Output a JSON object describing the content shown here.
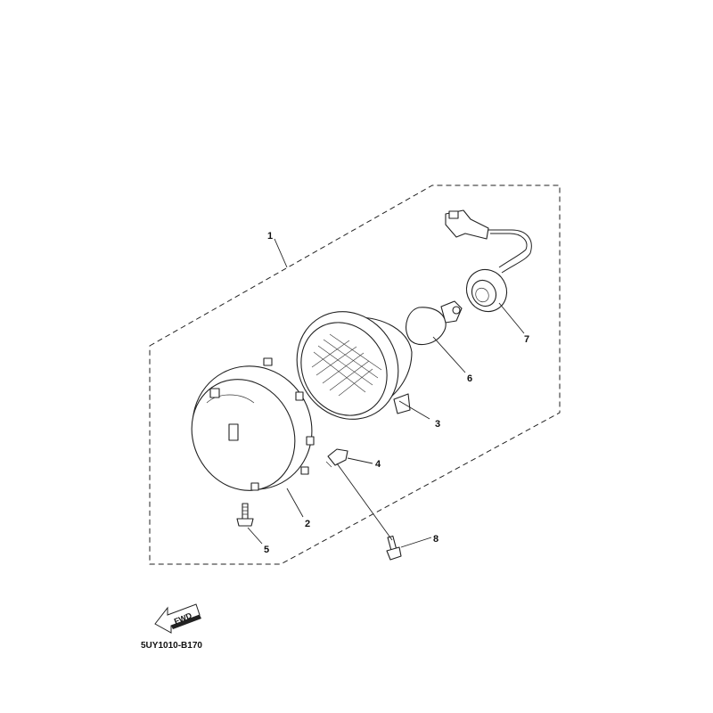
{
  "callouts": [
    "1",
    "2",
    "3",
    "4",
    "5",
    "6",
    "7",
    "8"
  ],
  "fwd_label": "FWD",
  "diagram_code": "5UY1010-B170"
}
